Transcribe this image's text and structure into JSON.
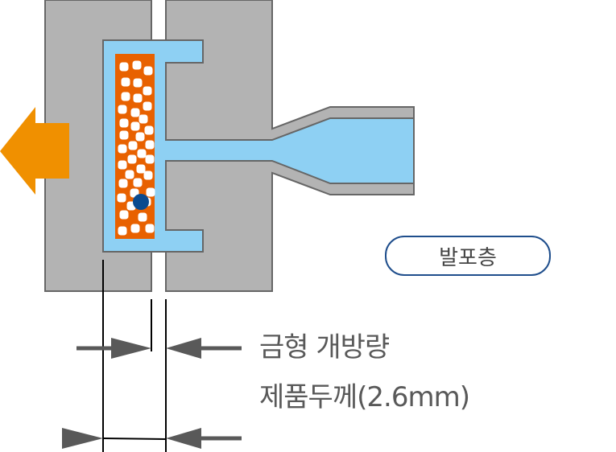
{
  "labels": {
    "foam_layer": "발포층",
    "mold_opening": "금형 개방량",
    "product_thickness": "제품두께(2.6mm)"
  },
  "colors": {
    "mold": "#b3b3b3",
    "mold_outline": "#666666",
    "cavity": "#8ed0f3",
    "foam_core": "#e86100",
    "arrow": "#f09000",
    "bubble_marker": "#0a4a8f",
    "pill_border": "#1f4e8c",
    "dimension": "#595959"
  }
}
